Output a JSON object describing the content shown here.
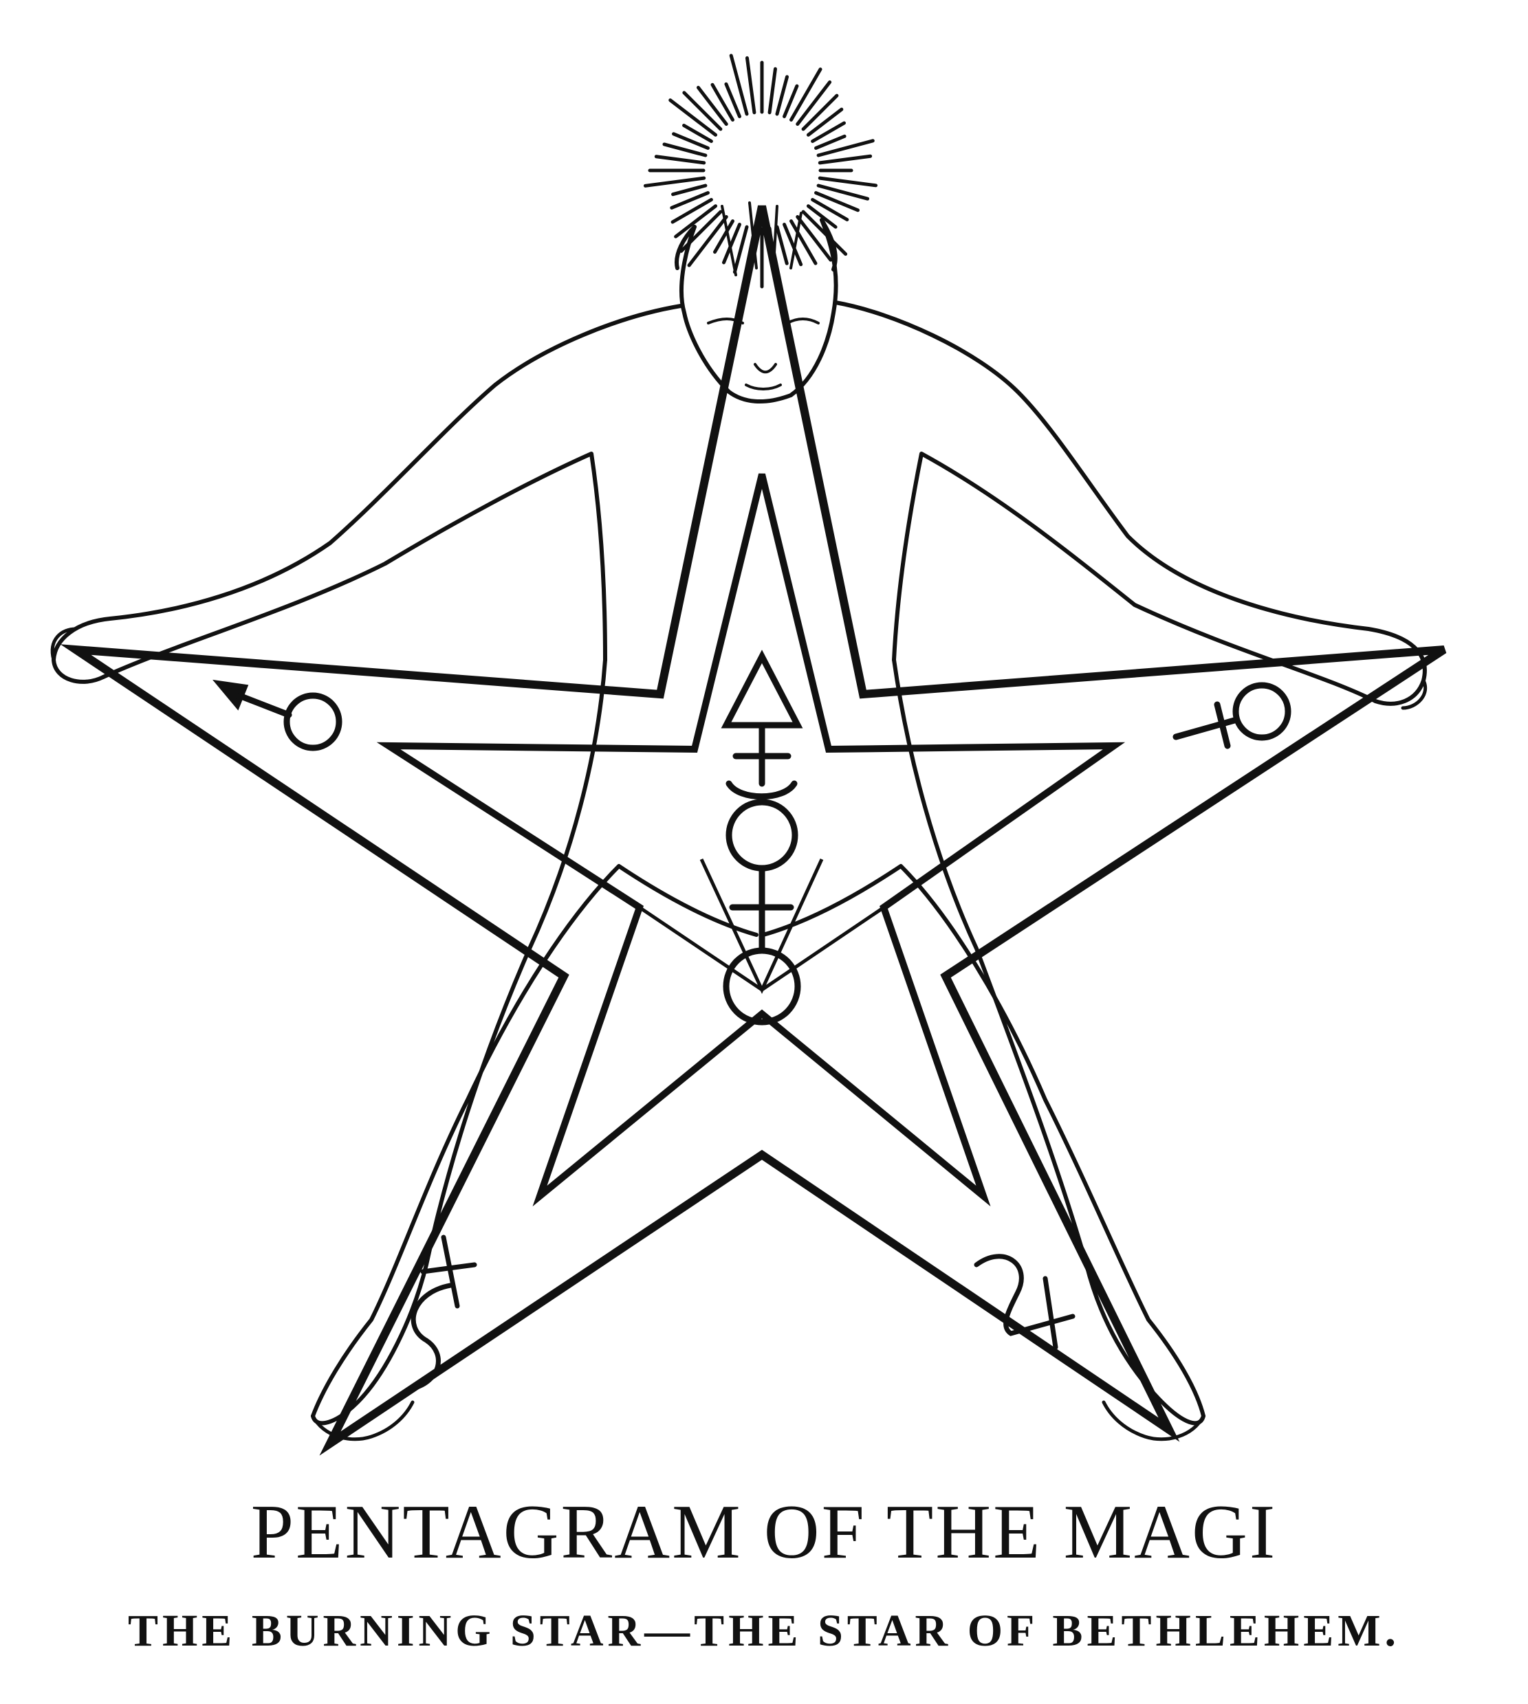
{
  "caption": {
    "title": "PENTAGRAM OF THE MAGI",
    "subtitle": "THE BURNING STAR—THE STAR OF BETHLEHEM."
  },
  "figure": {
    "elements": [
      "radiant-sun",
      "human-figure",
      "pentagram",
      "planetary-symbols"
    ],
    "symbols": [
      {
        "name": "mars-symbol",
        "glyph": "♂"
      },
      {
        "name": "venus-symbol",
        "glyph": "♀"
      },
      {
        "name": "saturn-symbol",
        "glyph": "♄"
      },
      {
        "name": "jupiter-symbol",
        "glyph": "♃"
      },
      {
        "name": "mercury-symbol",
        "glyph": "☿"
      },
      {
        "name": "earth-symbol",
        "glyph": "♁"
      },
      {
        "name": "fire-triangle-symbol",
        "glyph": "△"
      }
    ],
    "ink_color": "#111111",
    "paper_color": "#ffffff"
  }
}
